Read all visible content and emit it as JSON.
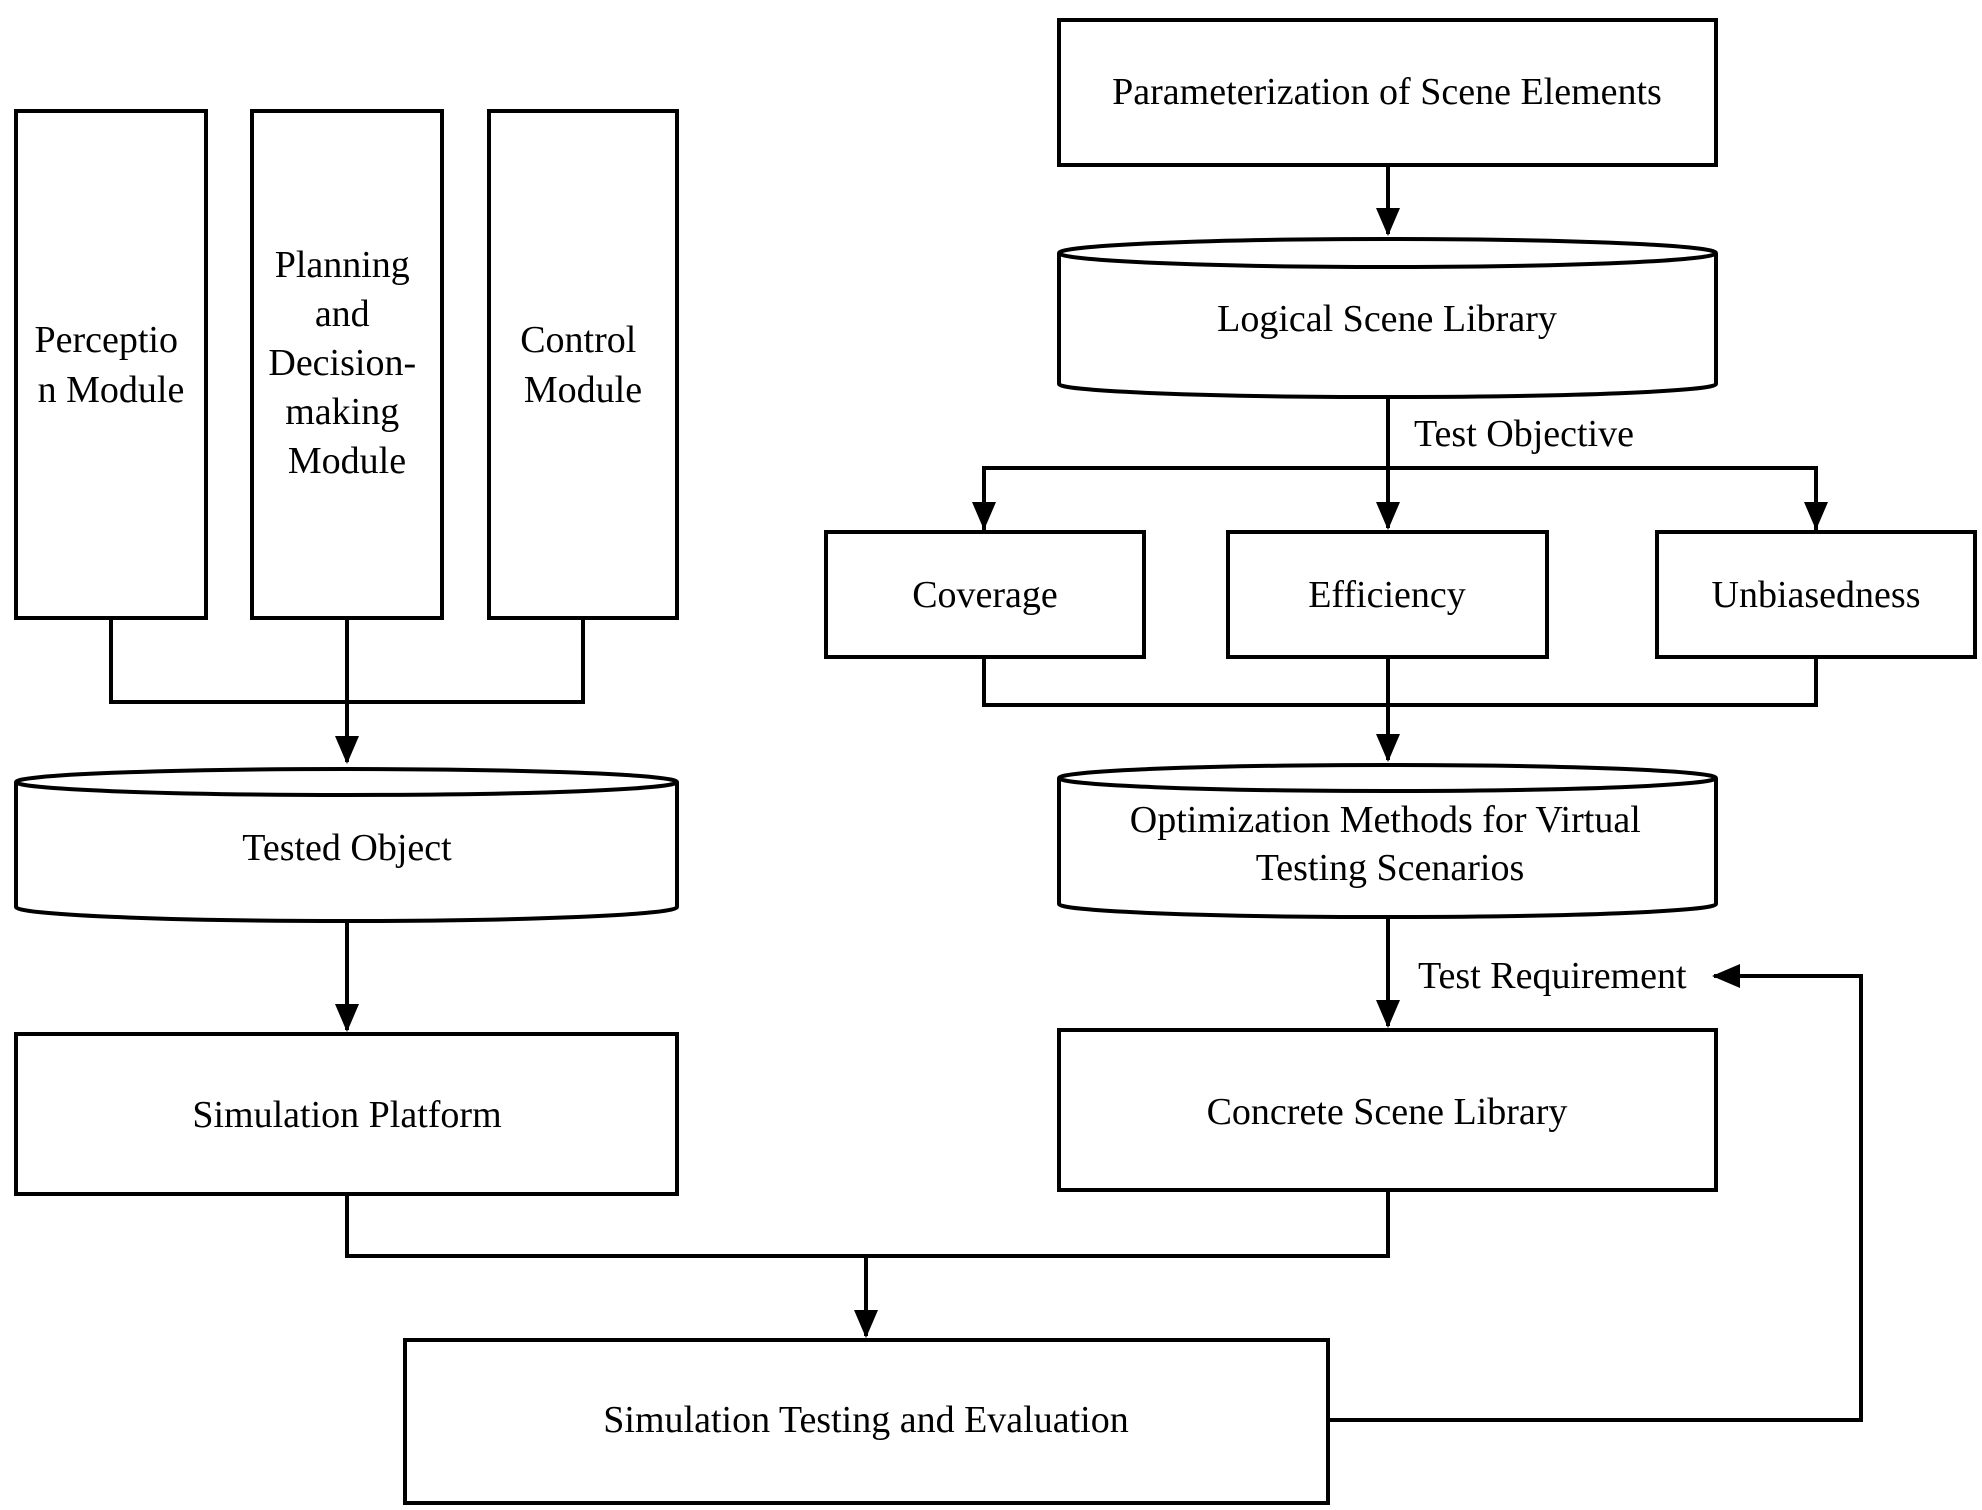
{
  "nodes": {
    "perception_module": {
      "lines": [
        "Perceptio",
        "n Module"
      ]
    },
    "planning_module": {
      "lines": [
        "Planning",
        "and",
        "Decision-",
        "making",
        "Module"
      ]
    },
    "control_module": {
      "lines": [
        "Control",
        "Module"
      ]
    },
    "tested_object": {
      "lines": [
        "Tested Object"
      ]
    },
    "simulation_platform": {
      "lines": [
        "Simulation Platform"
      ]
    },
    "parameterization": {
      "lines": [
        "Parameterization of Scene Elements"
      ]
    },
    "logical_scene_library": {
      "lines": [
        "Logical Scene Library"
      ]
    },
    "coverage": {
      "lines": [
        "Coverage"
      ]
    },
    "efficiency": {
      "lines": [
        "Efficiency"
      ]
    },
    "unbiasedness": {
      "lines": [
        "Unbiasedness"
      ]
    },
    "optimization_methods": {
      "lines": [
        "Optimization Methods for Virtual",
        "Testing Scenarios"
      ]
    },
    "concrete_scene_library": {
      "lines": [
        "Concrete Scene Library"
      ]
    },
    "simulation_testing": {
      "lines": [
        "Simulation Testing and Evaluation"
      ]
    }
  },
  "edge_labels": {
    "test_objective": "Test Objective",
    "test_requirement": "Test Requirement"
  },
  "colors": {
    "stroke": "#000000",
    "fill": "#ffffff",
    "text": "#000000"
  }
}
